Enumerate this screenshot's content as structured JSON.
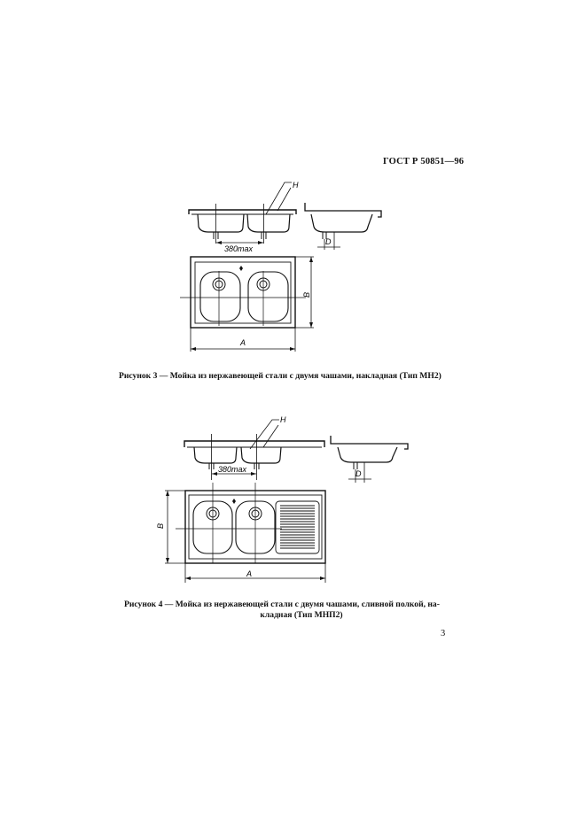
{
  "header": {
    "standard": "ГОСТ Р 50851—96"
  },
  "figure3": {
    "caption": "Рисунок 3 — Мойка из нержавеющей стали с двумя чашами, накладная (Тип МН2)",
    "labels": {
      "h": "H",
      "dim380": "380max",
      "d": "D",
      "b": "B",
      "a": "A"
    }
  },
  "figure4": {
    "caption_line1": "Рисунок 4 — Мойка из нержавеющей стали с двумя чашами, сливной полкой, на-",
    "caption_line2": "кладная (Тип МНП2)",
    "labels": {
      "h": "H",
      "dim380": "380max",
      "d": "D",
      "b": "B",
      "a": "A"
    }
  },
  "page": {
    "number": "3"
  }
}
